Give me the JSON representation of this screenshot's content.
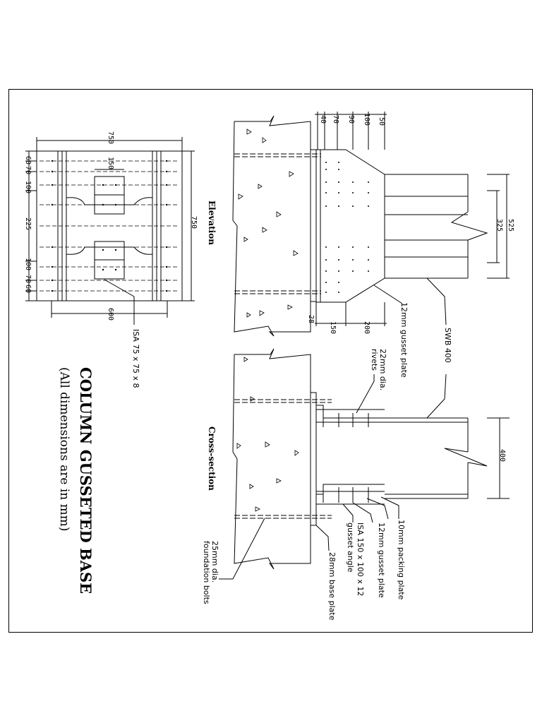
{
  "title": "COLUMN GUSSETED BASE",
  "subtitle": "(All dimensions are in mm)",
  "views": {
    "elevation": "Elevation",
    "cross_section": "Cross-section"
  },
  "plan": {
    "dim_top": "750",
    "dim_side": "750",
    "dim_plate": "150",
    "dim_bottom": "600",
    "side_dims": [
      "60",
      "70",
      "100",
      "225",
      "100",
      "70",
      "60"
    ],
    "angle_label": "ISA 75 x 75 x 8"
  },
  "elevation": {
    "top_dims": [
      "50",
      "100",
      "90",
      "70",
      "40"
    ],
    "dim_525": "525",
    "dim_325": "325",
    "dim_150": "150",
    "dim_200": "200",
    "dim_28": "28",
    "gusset_plate": "12mm gusset plate",
    "column": "SWB 400"
  },
  "cross_section": {
    "rivets": [
      "22mm dia.",
      "rivets"
    ],
    "dim_400": "400",
    "packing_plate": "10mm packing plate",
    "gusset_plate": "12mm gusset plate",
    "gusset_angle": [
      "ISA 150  x 100  x 12",
      "gusset angle"
    ],
    "base_plate": "28mm base plate",
    "bolts": [
      "25mm dia.",
      "foundation bolts"
    ]
  }
}
